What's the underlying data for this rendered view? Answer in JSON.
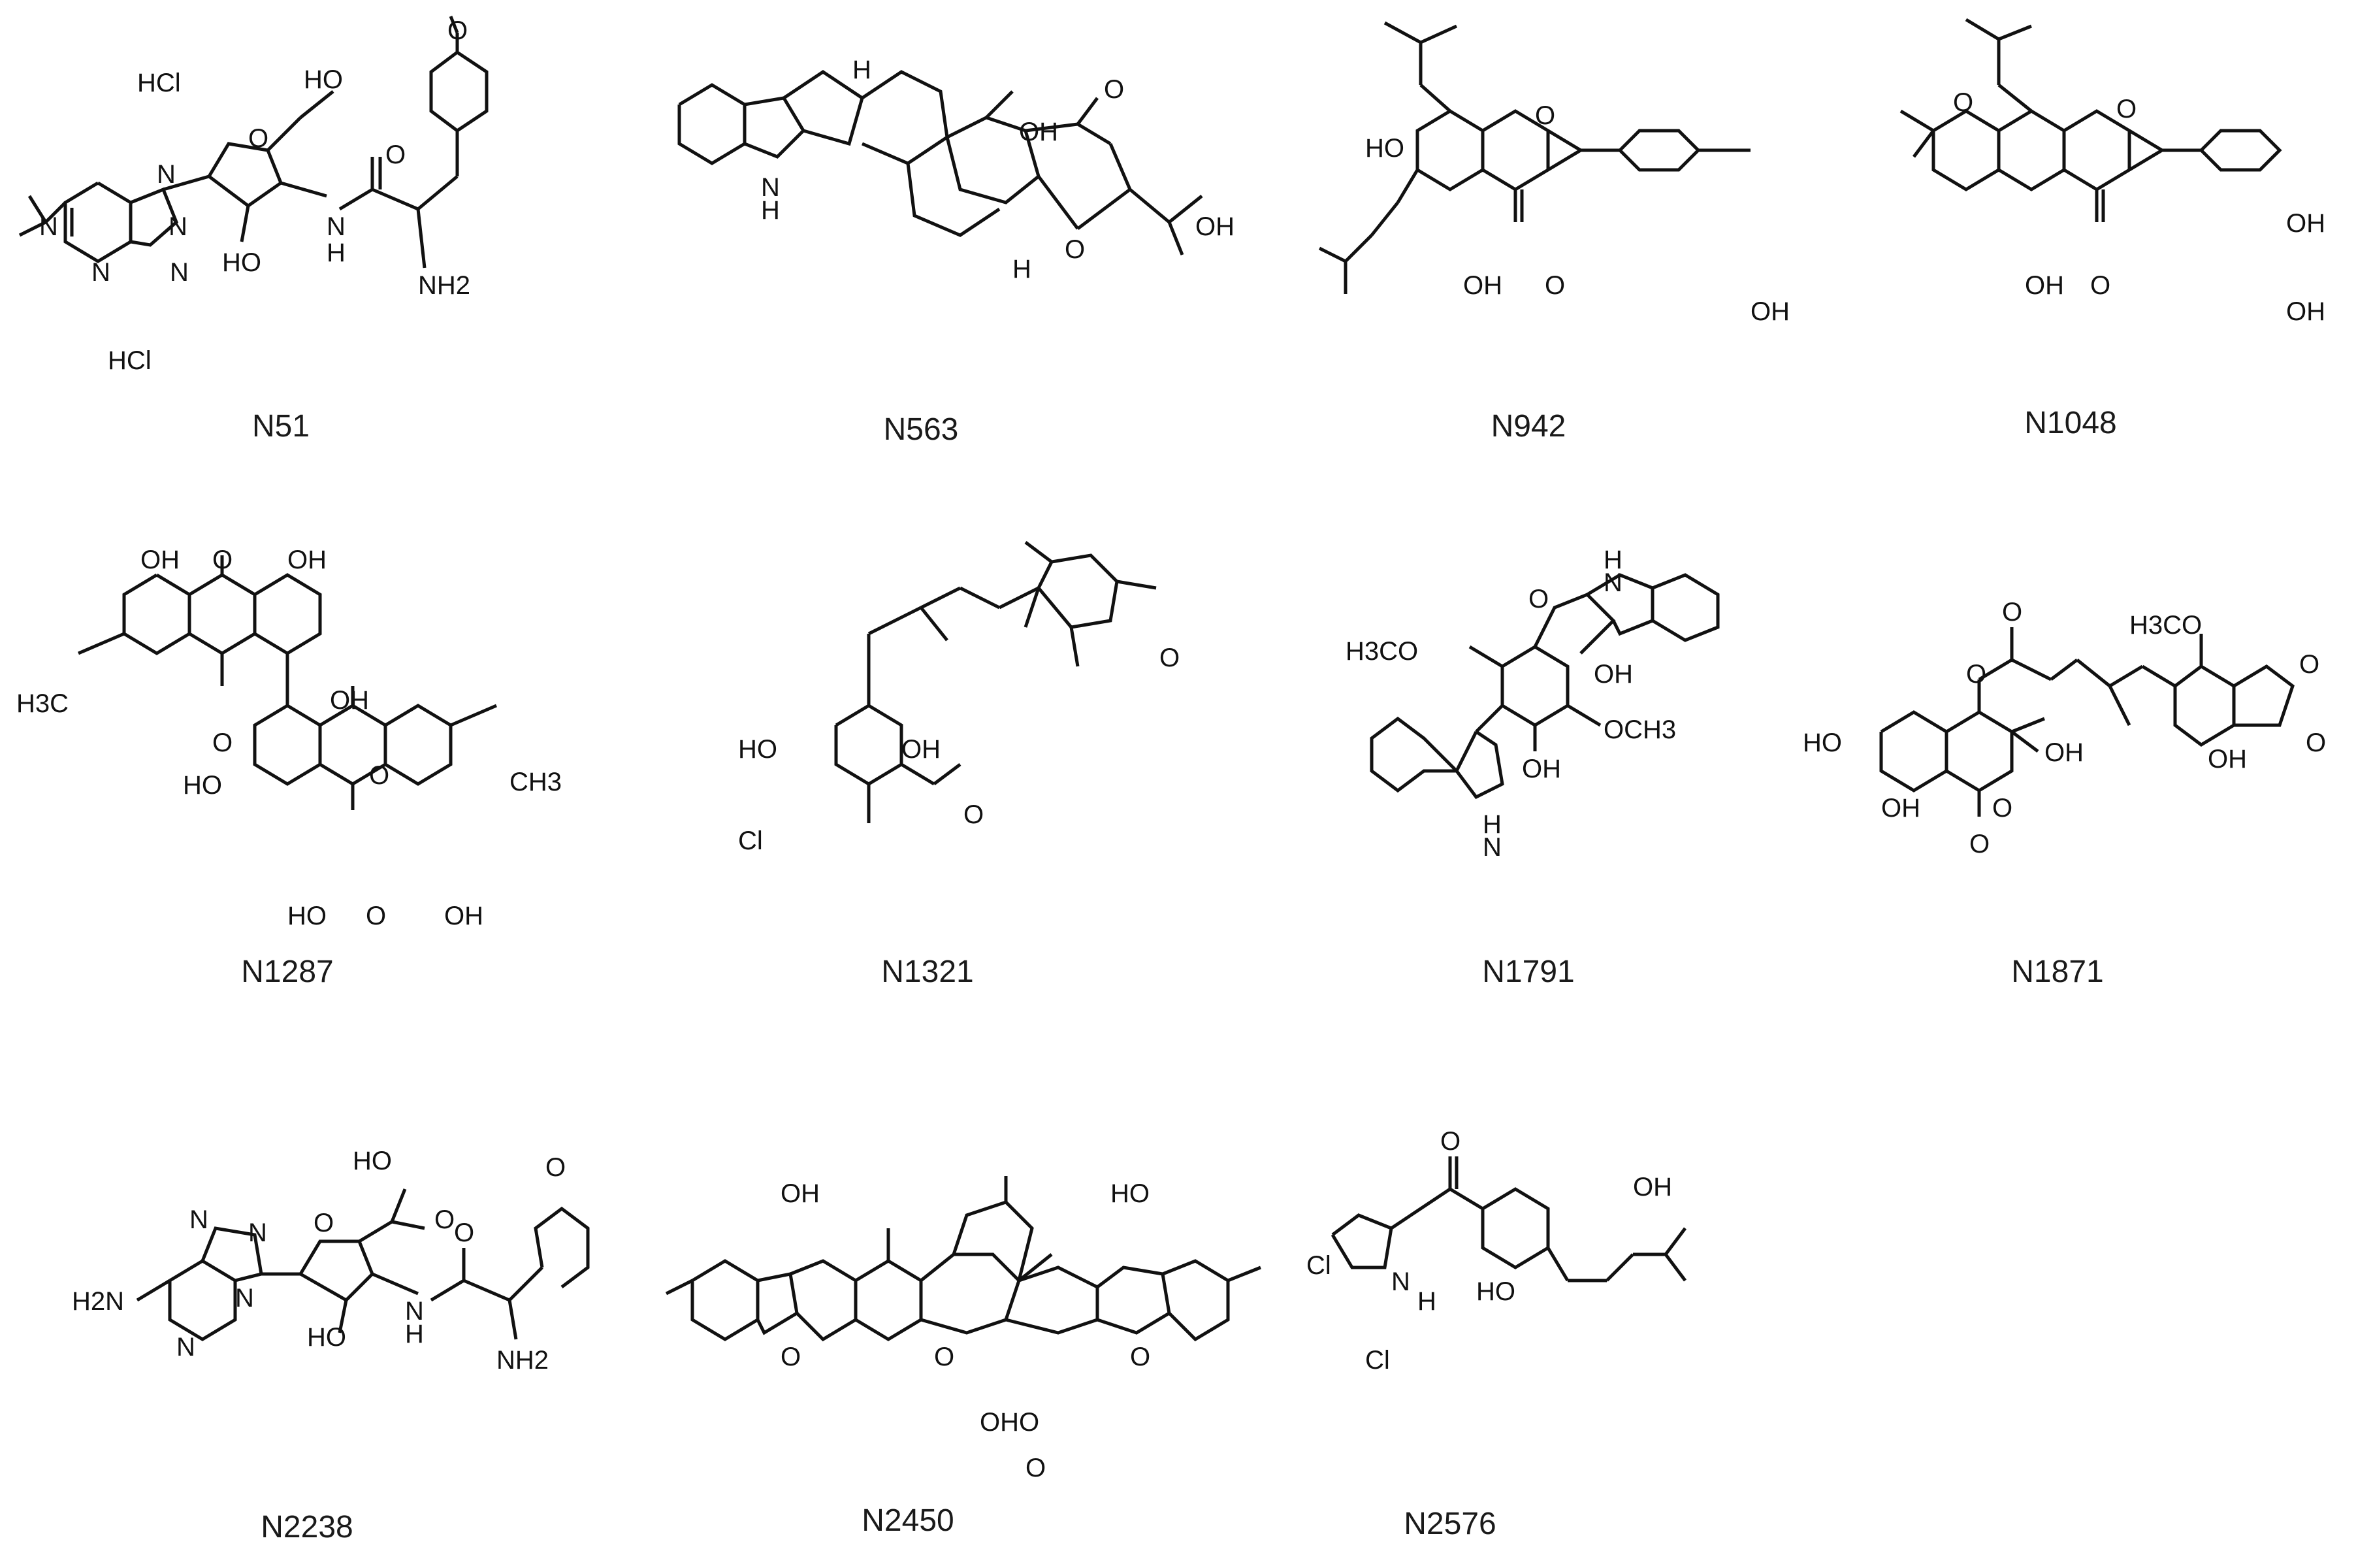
{
  "compounds": [
    {
      "id": "N51",
      "labels": [
        "HCl",
        "HCl",
        "N",
        "N",
        "N",
        "N",
        "N",
        "O",
        "HO",
        "HO",
        "O",
        "N",
        "H",
        "O",
        "NH2"
      ]
    },
    {
      "id": "N563",
      "labels": [
        "N",
        "H",
        "H",
        "OH",
        "O",
        "O",
        "OH",
        "H"
      ]
    },
    {
      "id": "N942",
      "labels": [
        "HO",
        "O",
        "OH",
        "O",
        "OH"
      ]
    },
    {
      "id": "N1048",
      "labels": [
        "O",
        "O",
        "OH",
        "O",
        "OH",
        "OH"
      ]
    },
    {
      "id": "N1287",
      "labels": [
        "OH",
        "O",
        "OH",
        "H3C",
        "OH",
        "O",
        "HO",
        "O",
        "CH3",
        "HO",
        "O",
        "OH"
      ]
    },
    {
      "id": "N1321",
      "labels": [
        "HO",
        "OH",
        "Cl",
        "O",
        "O"
      ]
    },
    {
      "id": "N1791",
      "labels": [
        "H3CO",
        "O",
        "H",
        "N",
        "OH",
        "OCH3",
        "OH",
        "H",
        "N"
      ]
    },
    {
      "id": "N1871",
      "labels": [
        "H3CO",
        "O",
        "O",
        "O",
        "HO",
        "OH",
        "O",
        "O",
        "OH",
        "OH",
        "O"
      ]
    },
    {
      "id": "N2238",
      "labels": [
        "HO",
        "O",
        "O",
        "O",
        "N",
        "N",
        "N",
        "H2N",
        "N",
        "HO",
        "N",
        "H",
        "O",
        "NH2"
      ]
    },
    {
      "id": "N2450",
      "labels": [
        "OH",
        "HO",
        "O",
        "O",
        "O",
        "OH",
        "O",
        "O"
      ]
    },
    {
      "id": "N2576",
      "labels": [
        "O",
        "OH",
        "Cl",
        "N",
        "H",
        "HO",
        "Cl"
      ]
    }
  ]
}
